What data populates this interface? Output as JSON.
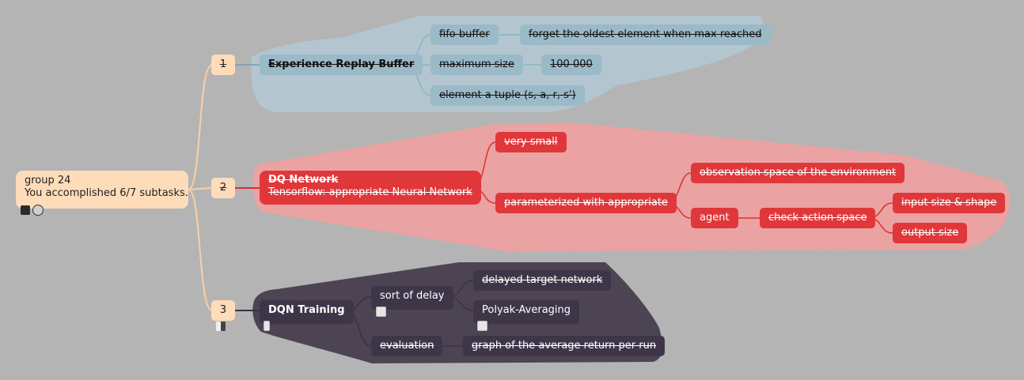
{
  "root": {
    "title": "group 24",
    "subtitle": "You accomplished 6/7 subtasks."
  },
  "branches": {
    "b1": {
      "number": "1",
      "label": "Experience Replay Buffer"
    },
    "b2": {
      "number": "2",
      "label": "DQ Network",
      "sublabel": "Tensorflow: appropriate Neural Network"
    },
    "b3": {
      "number": "3",
      "label": "DQN Training"
    }
  },
  "nodes": {
    "fifo": "fifo buffer",
    "forget": "forget the oldest element when max reached",
    "maxsize": "maximum size",
    "maxval": "100 000",
    "tuple": "element a tuple (s, a, r, s')",
    "verysmall": "very small",
    "param": "parameterized with appropriate",
    "obs": "observation space of the environment",
    "agent": "agent",
    "checkaction": "check action space",
    "inputsize": "input size & shape",
    "outputsize": "output size",
    "sortdelay": "sort of delay",
    "delayed": "delayed target network",
    "polyak": "Polyak-Averaging",
    "evaluation": "evaluation",
    "graph": "graph of the average return per run"
  },
  "colors": {
    "background": "#b4b4b4",
    "blue": "#9bbac8",
    "red": "#e0373a",
    "dark": "#3f3548",
    "peach": "#ffdcb9"
  },
  "icons": [
    "note-icon",
    "link-icon",
    "checkbox-icon"
  ]
}
